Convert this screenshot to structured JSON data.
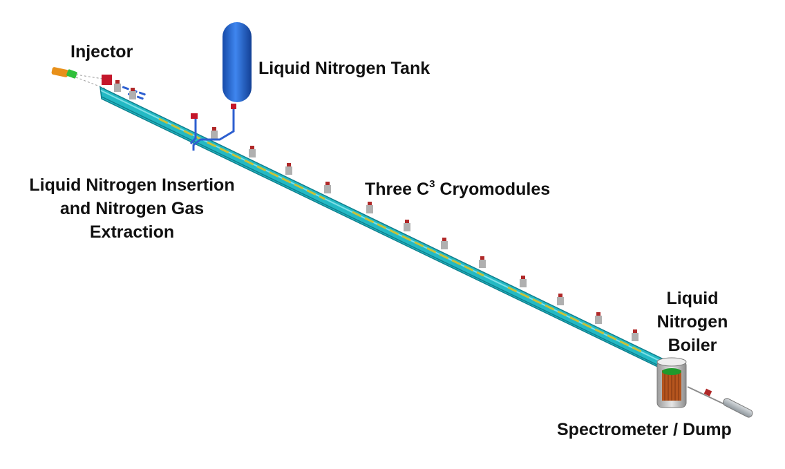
{
  "labels": {
    "injector": "Injector",
    "tank": "Liquid Nitrogen Tank",
    "insertion": [
      "Liquid Nitrogen Insertion",
      "and Nitrogen Gas",
      "Extraction"
    ],
    "cryomodules": {
      "prefix": "Three C",
      "superscript": "3",
      "suffix": " Cryomodules"
    },
    "boiler": [
      "Liquid",
      "Nitrogen",
      "Boiler"
    ],
    "dump": "Spectrometer / Dump"
  },
  "colors": {
    "beamline": "#23b9c4",
    "beamline_dark": "#0f7f8d",
    "cavity_yellow": "#c9c23a",
    "tank_blue": "#1f63d6",
    "pipe_blue": "#2d5fd0",
    "injector_orange": "#e8901a",
    "injector_green": "#2fbf3a",
    "magnet_red": "#c4172b",
    "boiler_gray": "#c7c7c7",
    "boiler_copper": "#b5551e",
    "boiler_green": "#1f9a2c",
    "port_gray": "#b0b0b0",
    "port_red": "#b02828"
  }
}
